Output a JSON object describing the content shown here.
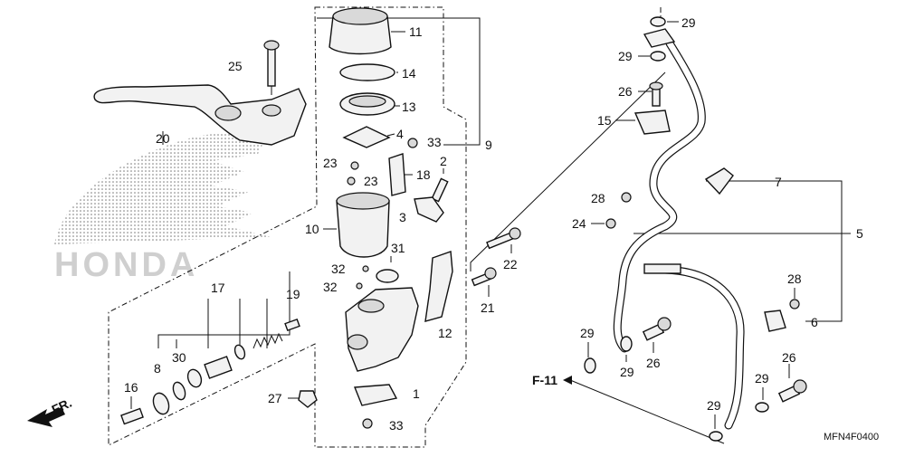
{
  "diagram": {
    "code": "MFN4F0400",
    "ref_label": "F-11",
    "direction_label": "FR.",
    "watermark_text": "HONDA",
    "part_labels": {
      "p1": "1",
      "p2": "2",
      "p3": "3",
      "p4": "4",
      "p5": "5",
      "p6": "6",
      "p7": "7",
      "p8": "8",
      "p9": "9",
      "p10": "10",
      "p11": "11",
      "p12": "12",
      "p13": "13",
      "p14": "14",
      "p15": "15",
      "p16": "16",
      "p17": "17",
      "p18": "18",
      "p19": "19",
      "p20": "20",
      "p21": "21",
      "p22": "22",
      "p23a": "23",
      "p23b": "23",
      "p24": "24",
      "p25": "25",
      "p26a": "26",
      "p26b": "26",
      "p26c": "26",
      "p27": "27",
      "p28a": "28",
      "p28b": "28",
      "p29a": "29",
      "p29b": "29",
      "p29c": "29",
      "p29d": "29",
      "p29e": "29",
      "p29f": "29",
      "p30": "30",
      "p31": "31",
      "p32a": "32",
      "p32b": "32",
      "p33a": "33",
      "p33b": "33"
    }
  }
}
